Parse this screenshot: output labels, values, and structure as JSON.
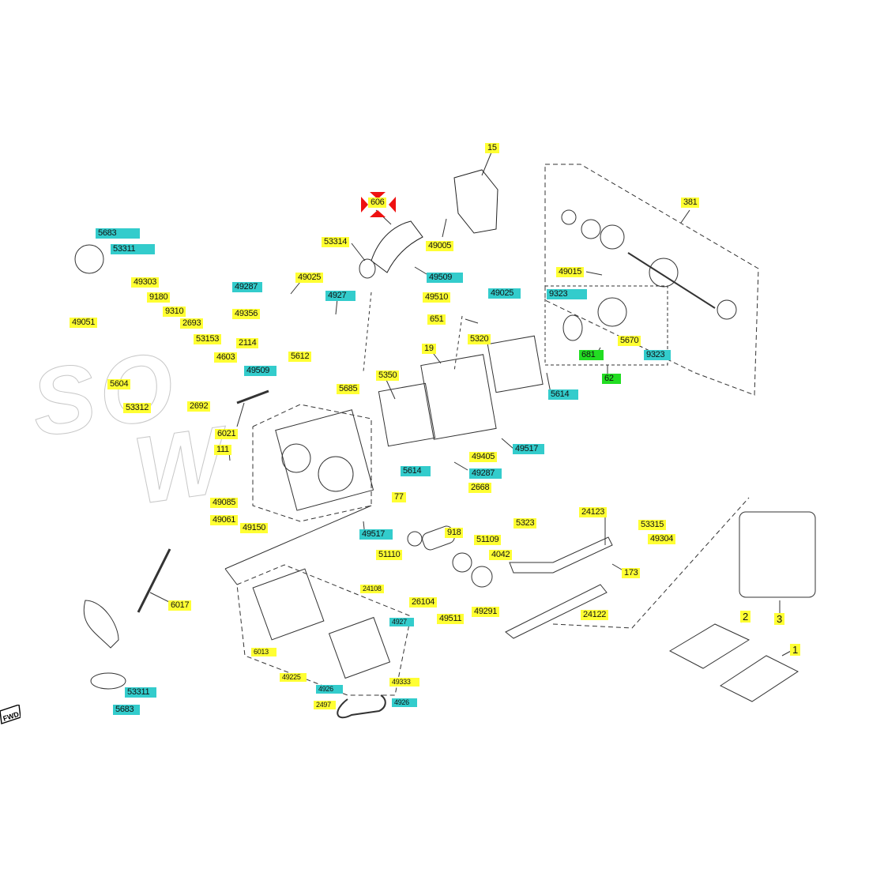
{
  "diagram": {
    "title": "Engine exploded parts diagram",
    "watermark": [
      "SO",
      "W"
    ],
    "direction_badge": "FWD",
    "colors": {
      "yellow": "#ffff33",
      "cyan": "#33cccc",
      "green": "#22dd22",
      "selection_marker": "#ee1111",
      "line": "#333333"
    },
    "selected_part": "606",
    "labels": [
      {
        "id": "p15",
        "text": "15",
        "color": "yellow"
      },
      {
        "id": "p606",
        "text": "606",
        "color": "yellow"
      },
      {
        "id": "p381",
        "text": "381",
        "color": "yellow"
      },
      {
        "id": "p5683a",
        "text": "5683",
        "color": "cyan"
      },
      {
        "id": "p53311a",
        "text": "53311",
        "color": "cyan"
      },
      {
        "id": "p53314",
        "text": "53314",
        "color": "yellow"
      },
      {
        "id": "p49005",
        "text": "49005",
        "color": "yellow"
      },
      {
        "id": "p49509a",
        "text": "49509",
        "color": "cyan"
      },
      {
        "id": "p49015",
        "text": "49015",
        "color": "yellow"
      },
      {
        "id": "p49303",
        "text": "49303",
        "color": "yellow"
      },
      {
        "id": "p9180",
        "text": "9180",
        "color": "yellow"
      },
      {
        "id": "p49287a",
        "text": "49287",
        "color": "cyan"
      },
      {
        "id": "p49025a",
        "text": "49025",
        "color": "yellow"
      },
      {
        "id": "p4927a",
        "text": "4927",
        "color": "cyan"
      },
      {
        "id": "p49510",
        "text": "49510",
        "color": "yellow"
      },
      {
        "id": "p49025b",
        "text": "49025",
        "color": "cyan"
      },
      {
        "id": "p9323a",
        "text": "9323",
        "color": "cyan"
      },
      {
        "id": "p49051",
        "text": "49051",
        "color": "yellow"
      },
      {
        "id": "p9310",
        "text": "9310",
        "color": "yellow"
      },
      {
        "id": "p49356",
        "text": "49356",
        "color": "yellow"
      },
      {
        "id": "p2693",
        "text": "2693",
        "color": "yellow"
      },
      {
        "id": "p651",
        "text": "651",
        "color": "yellow"
      },
      {
        "id": "p53153",
        "text": "53153",
        "color": "yellow"
      },
      {
        "id": "p2114",
        "text": "2114",
        "color": "yellow"
      },
      {
        "id": "p5320",
        "text": "5320",
        "color": "yellow"
      },
      {
        "id": "p5670",
        "text": "5670",
        "color": "yellow"
      },
      {
        "id": "p681",
        "text": "681",
        "color": "green"
      },
      {
        "id": "p9323b",
        "text": "9323",
        "color": "cyan"
      },
      {
        "id": "p19",
        "text": "19",
        "color": "yellow"
      },
      {
        "id": "p4603",
        "text": "4603",
        "color": "yellow"
      },
      {
        "id": "p5612",
        "text": "5612",
        "color": "yellow"
      },
      {
        "id": "p49509b",
        "text": "49509",
        "color": "cyan"
      },
      {
        "id": "p62",
        "text": "62",
        "color": "green"
      },
      {
        "id": "p5350",
        "text": "5350",
        "color": "yellow"
      },
      {
        "id": "p5604",
        "text": "5604",
        "color": "yellow"
      },
      {
        "id": "p5685",
        "text": "5685",
        "color": "yellow"
      },
      {
        "id": "p53312",
        "text": "53312",
        "color": "yellow"
      },
      {
        "id": "p2692",
        "text": "2692",
        "color": "yellow"
      },
      {
        "id": "p5614a",
        "text": "5614",
        "color": "cyan"
      },
      {
        "id": "p6021",
        "text": "6021",
        "color": "yellow"
      },
      {
        "id": "p49517a",
        "text": "49517",
        "color": "cyan"
      },
      {
        "id": "p111",
        "text": "111",
        "color": "yellow"
      },
      {
        "id": "p49405",
        "text": "49405",
        "color": "yellow"
      },
      {
        "id": "p5614b",
        "text": "5614",
        "color": "cyan"
      },
      {
        "id": "p49287b",
        "text": "49287",
        "color": "cyan"
      },
      {
        "id": "p2668",
        "text": "2668",
        "color": "yellow"
      },
      {
        "id": "p49085",
        "text": "49085",
        "color": "yellow"
      },
      {
        "id": "p77",
        "text": "77",
        "color": "yellow"
      },
      {
        "id": "p49061",
        "text": "49061",
        "color": "yellow"
      },
      {
        "id": "p49150",
        "text": "49150",
        "color": "yellow"
      },
      {
        "id": "p24123",
        "text": "24123",
        "color": "yellow"
      },
      {
        "id": "p5323",
        "text": "5323",
        "color": "yellow"
      },
      {
        "id": "p53315",
        "text": "53315",
        "color": "yellow"
      },
      {
        "id": "p918",
        "text": "918",
        "color": "yellow"
      },
      {
        "id": "p49517b",
        "text": "49517",
        "color": "cyan"
      },
      {
        "id": "p51109",
        "text": "51109",
        "color": "yellow"
      },
      {
        "id": "p49304",
        "text": "49304",
        "color": "yellow"
      },
      {
        "id": "p51110",
        "text": "51110",
        "color": "yellow"
      },
      {
        "id": "p4042",
        "text": "4042",
        "color": "yellow"
      },
      {
        "id": "p173",
        "text": "173",
        "color": "yellow"
      },
      {
        "id": "p24108",
        "text": "24108",
        "color": "yellow"
      },
      {
        "id": "p26104",
        "text": "26104",
        "color": "yellow"
      },
      {
        "id": "p49291",
        "text": "49291",
        "color": "yellow"
      },
      {
        "id": "p6017",
        "text": "6017",
        "color": "yellow"
      },
      {
        "id": "p4927b",
        "text": "4927",
        "color": "cyan"
      },
      {
        "id": "p49511",
        "text": "49511",
        "color": "yellow"
      },
      {
        "id": "p24122",
        "text": "24122",
        "color": "yellow"
      },
      {
        "id": "p2",
        "text": "2",
        "color": "yellow"
      },
      {
        "id": "p3",
        "text": "3",
        "color": "yellow"
      },
      {
        "id": "p1",
        "text": "1",
        "color": "yellow"
      },
      {
        "id": "p6013",
        "text": "6013",
        "color": "yellow"
      },
      {
        "id": "p49225",
        "text": "49225",
        "color": "yellow"
      },
      {
        "id": "p49333",
        "text": "49333",
        "color": "yellow"
      },
      {
        "id": "p4926a",
        "text": "4926",
        "color": "cyan"
      },
      {
        "id": "p2497",
        "text": "2497",
        "color": "yellow"
      },
      {
        "id": "p4926b",
        "text": "4926",
        "color": "cyan"
      },
      {
        "id": "p53311b",
        "text": "53311",
        "color": "cyan"
      },
      {
        "id": "p5683b",
        "text": "5683",
        "color": "cyan"
      }
    ]
  }
}
